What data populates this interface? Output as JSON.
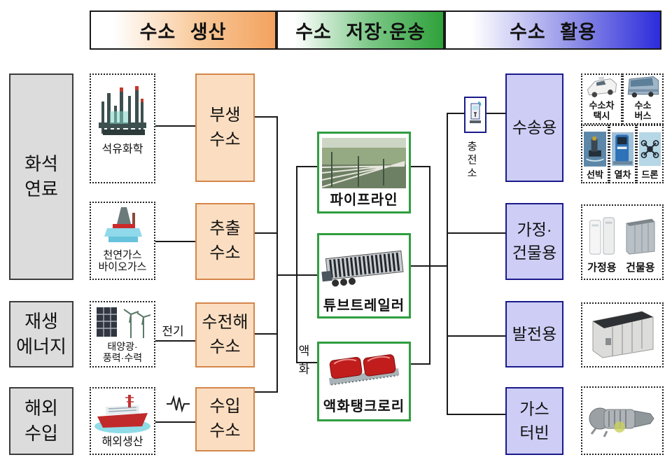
{
  "headers": {
    "production": "수소 생산",
    "storage": "수소 저장·운송",
    "utilization": "수소 활용"
  },
  "categories": [
    {
      "label": "화석\n연료"
    },
    {
      "label": "재생\n에너지"
    },
    {
      "label": "해외\n수입"
    }
  ],
  "sources": [
    {
      "label": "석유화학"
    },
    {
      "label": "천연가스\n바이오가스"
    },
    {
      "label": "태양광·\n풍력·수력"
    },
    {
      "label": "해외생산"
    }
  ],
  "production_boxes": [
    {
      "label": "부생\n수소"
    },
    {
      "label": "추출\n수소"
    },
    {
      "label": "수전해\n수소"
    },
    {
      "label": "수입\n수소"
    }
  ],
  "transport_boxes": [
    {
      "label": "파이프라인"
    },
    {
      "label": "튜브트레일러"
    },
    {
      "label": "액화탱크로리"
    }
  ],
  "usage_boxes": [
    {
      "label": "수송용"
    },
    {
      "label": "가정·\n건물용"
    },
    {
      "label": "발전용"
    },
    {
      "label": "가스\n터빈"
    }
  ],
  "usage_examples": {
    "transport_grid": [
      {
        "label": "수소차\n택시"
      },
      {
        "label": "수소\n버스"
      },
      {
        "label": "선박"
      },
      {
        "label": "열차"
      },
      {
        "label": "드론"
      }
    ],
    "home_building": [
      {
        "label": "가정용"
      },
      {
        "label": "건물용"
      }
    ]
  },
  "annotations": {
    "electricity": "전기",
    "liquefaction": "액화",
    "charging_station": "충전소"
  },
  "icons": {
    "petrochemical-plant-image": "industrial plant with chimneys",
    "gas-platform-image": "natural gas / biogas offshore rig",
    "solar-wind-image": "solar panel and wind turbines",
    "cargo-ship-image": "overseas production carrier ship",
    "pipeline-image": "pipeline yard photo",
    "tube-trailer-image": "tube trailer truck",
    "tank-lorry-image": "liquefied hydrogen tank containers",
    "hydrogen-taxi-image": "hydrogen car / taxi",
    "hydrogen-bus-image": "hydrogen bus",
    "ship-image": "vessel",
    "train-image": "train",
    "drone-image": "drone",
    "home-fuelcell-image": "residential fuel cell units",
    "building-fuelcell-image": "building fuel cell cabinet",
    "power-generation-image": "utility fuel cell power plant",
    "gas-turbine-image": "gas turbine engine",
    "charging-station-icon": "hydrogen dispenser",
    "transmission-symbol": "zigzag resistor-like symbol"
  },
  "colors": {
    "production_header_accent": "#f3a25f",
    "storage_header_accent": "#2ea13a",
    "utilization_header_accent": "#2c2cdb",
    "production_box_fill": "#fbdec1",
    "production_box_border": "#d4854a",
    "transport_box_border": "#2f9e3f",
    "utilization_box_fill": "#cdcdf5",
    "utilization_box_border": "#1a1a8c",
    "category_box_fill": "#dcdcdc",
    "line_color": "#1a1a1a"
  }
}
